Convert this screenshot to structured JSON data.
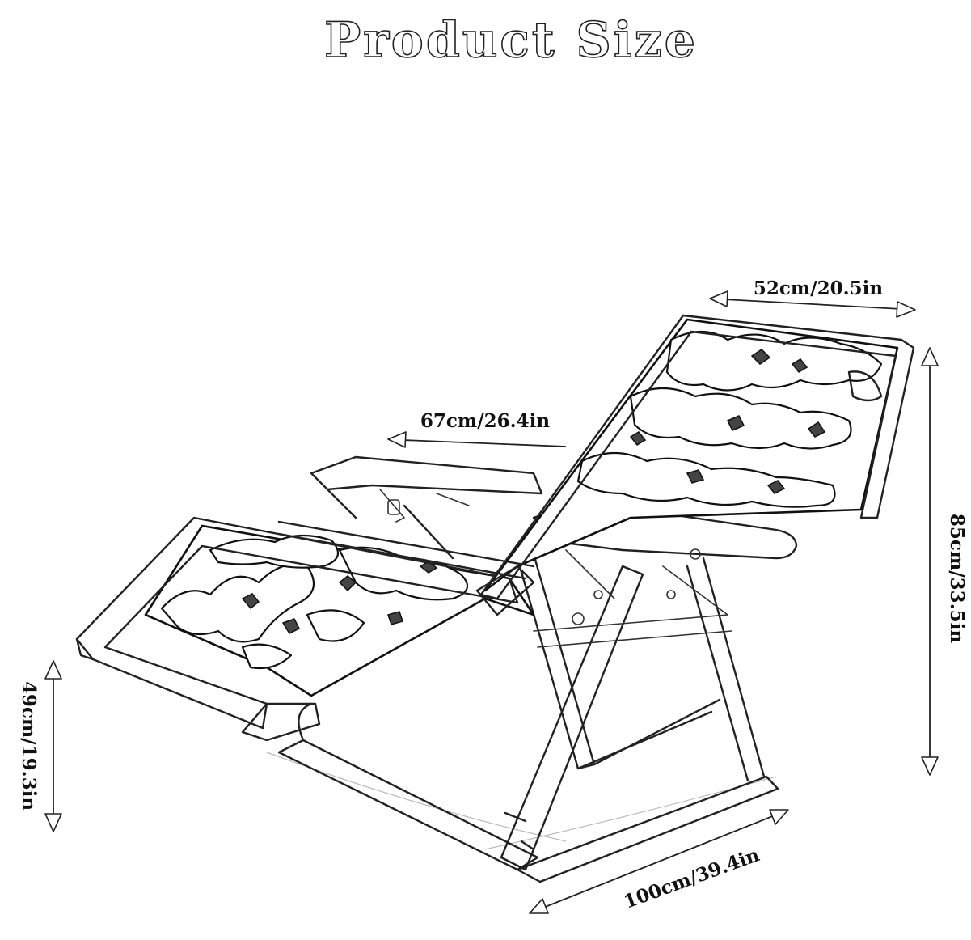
{
  "title": "Product Size",
  "dimensions": {
    "headrest_width": "52cm/20.5in",
    "seat_width": "67cm/26.4in",
    "backrest_height": "85cm/33.5in",
    "seat_height": "49cm/19.3in",
    "total_length": "100cm/39.4in"
  },
  "colors": {
    "line": "#222222",
    "background": "#ffffff"
  }
}
